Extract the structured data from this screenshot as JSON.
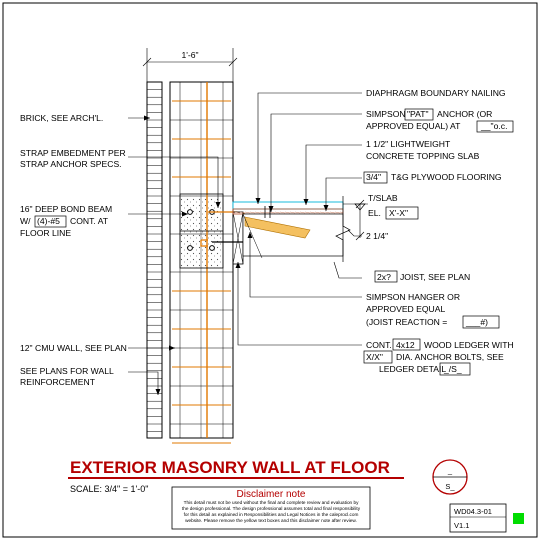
{
  "dimension": "1'-6\"",
  "labels_left": {
    "brick": "BRICK, SEE ARCH'L.",
    "strap_1": "STRAP EMBEDMENT PER",
    "strap_2": "STRAP ANCHOR SPECS.",
    "beam_1": "16\" DEEP BOND BEAM",
    "beam_2a": "W/",
    "beam_2b": "(4)-#5",
    "beam_2c": "CONT. AT",
    "beam_3": "FLOOR LINE",
    "cmu": "12\" CMU WALL, SEE PLAN",
    "plans_1": "SEE PLANS FOR WALL",
    "plans_2": "REINFORCEMENT"
  },
  "labels_right": {
    "diaphragm": "DIAPHRAGM BOUNDARY NAILING",
    "simpson_a1": "SIMPSON",
    "simpson_a2": "\"PAT\"",
    "simpson_a3": "ANCHOR (OR",
    "simpson_b1": "APPROVED EQUAL) AT",
    "simpson_b2": "__\"o.c.",
    "concrete_1": "1 1/2\" LIGHTWEIGHT",
    "concrete_2": "CONCRETE TOPPING SLAB",
    "plywood_1": "3/4\"",
    "plywood_2": "T&G PLYWOOD FLOORING",
    "tslab": "T/SLAB",
    "el_1": "EL.",
    "el_2": "X'-X\"",
    "dim_214": "2 1/4\"",
    "joist_1": "2x?",
    "joist_2": "JOIST, SEE PLAN",
    "hanger_1": "SIMPSON HANGER OR",
    "hanger_2": "APPROVED EQUAL",
    "hanger_3a": "(JOIST REACTION =",
    "hanger_3b": "___#)",
    "ledger_1a": "CONT.",
    "ledger_1b": "4x12",
    "ledger_1c": "WOOD LEDGER WITH",
    "ledger_2a": "X/X\"",
    "ledger_2b": "DIA. ANCHOR BOLTS, SEE",
    "ledger_3a": "LEDGER DETAIL",
    "ledger_3b": "_/S_"
  },
  "title": "EXTERIOR MASONRY WALL AT FLOOR",
  "scale": "SCALE: 3/4\" = 1'-0\"",
  "disclaimer": {
    "heading": "Disclaimer note",
    "lines": [
      "This detail must not be used without the final and complete review and evaluation by",
      "the design professional. The design professional assumes total and final responsibility",
      "for this detail as explained in Responsibilities and Legal Notices in the caleprocl.com",
      "website. Please remove the yellow text boxes and this disclaimer note after review."
    ]
  },
  "section_marker": {
    "top": "_",
    "bottom": "S_"
  },
  "detail_code": "WD04.3-01",
  "version": "V1.1",
  "colors": {
    "title": "#b40000",
    "rebar": "#e07800",
    "cyan": "#00b4d8",
    "status": "#00dd00"
  }
}
